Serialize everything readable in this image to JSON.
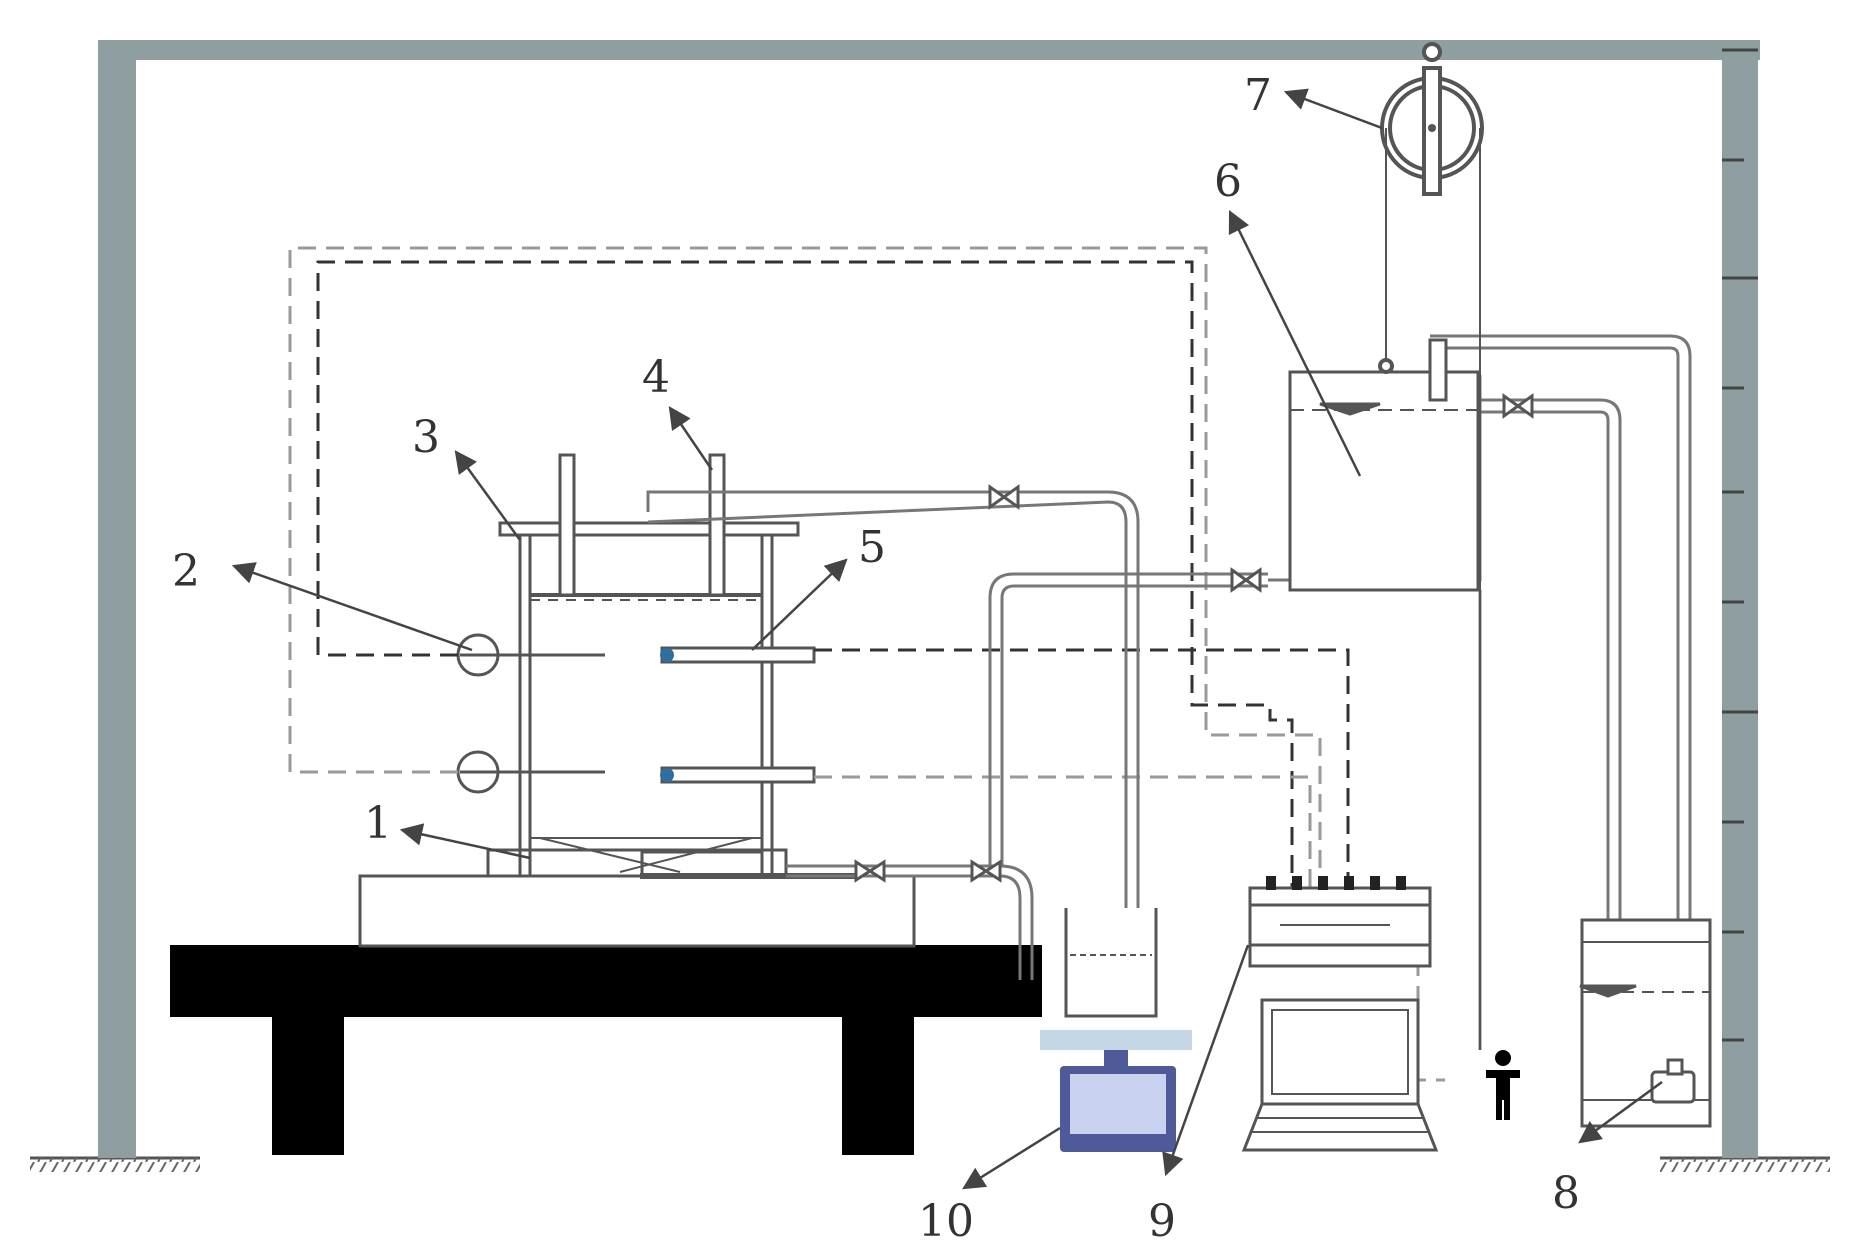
{
  "colors": {
    "frame": "#8f9ea0",
    "frame_dark": "#6d7c7e",
    "table": "#000000",
    "line": "#555555",
    "dash_dark": "#333333",
    "dash_light": "#9a9a9a",
    "pipe": "#777777",
    "sensor": "#2f6f9f",
    "scale_top": "#c5d6e4",
    "scale_body": "#4e5a9a",
    "scale_screen": "#c9d3f0"
  },
  "labels": [
    "1",
    "2",
    "3",
    "4",
    "5",
    "6",
    "7",
    "8",
    "9",
    "10"
  ],
  "components": {
    "soil_column": "soil column",
    "pressure_sensor": "pressure sensor",
    "water_tank": "water supply tank",
    "pulley": "pulley",
    "pump": "pump",
    "data_logger": "data logger",
    "balance": "electronic balance"
  }
}
